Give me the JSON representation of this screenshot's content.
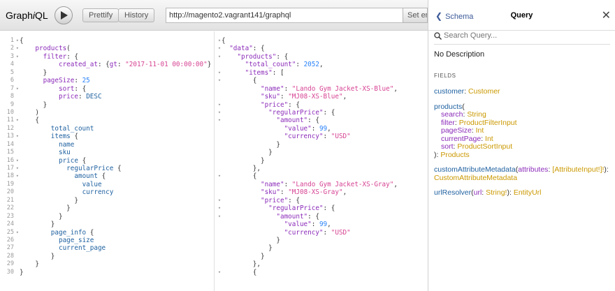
{
  "toolbar": {
    "logo_main": "Graph",
    "logo_italic": "i",
    "logo_end": "QL",
    "prettify_label": "Prettify",
    "history_label": "History",
    "url_value": "http://magento2.vagrant141/graphql",
    "set_endpoint_label": "Set endpoint"
  },
  "query_editor": {
    "line_numbers": [
      "1",
      "2",
      "3",
      "4",
      "5",
      "6",
      "7",
      "8",
      "9",
      "10",
      "11",
      "12",
      "13",
      "14",
      "15",
      "16",
      "17",
      "18",
      "19",
      "20",
      "21",
      "22",
      "23",
      "24",
      "25",
      "26",
      "27",
      "28",
      "29",
      "30"
    ],
    "lines": [
      "{",
      "    products(",
      "      filter: {",
      "          created_at: {gt: \"2017-11-01 00:00:00\"}",
      "      }",
      "      pageSize: 25",
      "          sort: {",
      "          price: DESC",
      "      }",
      "    )",
      "    {",
      "        total_count",
      "        items {",
      "          name",
      "          sku",
      "          price {",
      "            regularPrice {",
      "              amount {",
      "                value",
      "                currency",
      "              }",
      "            }",
      "          }",
      "        }",
      "        page_info {",
      "          page_size",
      "          current_page",
      "        }",
      "    }",
      "}"
    ]
  },
  "result_viewer": {
    "lines": [
      "{",
      "  \"data\": {",
      "    \"products\": {",
      "      \"total_count\": 2052,",
      "      \"items\": [",
      "        {",
      "          \"name\": \"Lando Gym Jacket-XS-Blue\",",
      "          \"sku\": \"MJ08-XS-Blue\",",
      "          \"price\": {",
      "            \"regularPrice\": {",
      "              \"amount\": {",
      "                \"value\": 99,",
      "                \"currency\": \"USD\"",
      "              }",
      "            }",
      "          }",
      "        },",
      "        {",
      "          \"name\": \"Lando Gym Jacket-XS-Gray\",",
      "          \"sku\": \"MJ08-XS-Gray\",",
      "          \"price\": {",
      "            \"regularPrice\": {",
      "              \"amount\": {",
      "                \"value\": 99,",
      "                \"currency\": \"USD\"",
      "              }",
      "            }",
      "          }",
      "        },",
      "        {"
    ]
  },
  "docs": {
    "back_label": "Schema",
    "title": "Query",
    "search_placeholder": "Search Query...",
    "description": "No Description",
    "fields_label": "FIELDS",
    "fields": [
      {
        "name": "customer",
        "args": [],
        "type": "Customer",
        "inline": true
      },
      {
        "name": "products",
        "args": [
          {
            "name": "search",
            "type": "String"
          },
          {
            "name": "filter",
            "type": "ProductFilterInput"
          },
          {
            "name": "pageSize",
            "type": "Int"
          },
          {
            "name": "currentPage",
            "type": "Int"
          },
          {
            "name": "sort",
            "type": "ProductSortInput"
          }
        ],
        "type": "Products",
        "inline": false
      },
      {
        "name": "customAttributeMetadata",
        "args": [
          {
            "name": "attributes",
            "type": "[AttributeInput!]!"
          }
        ],
        "type": "CustomAttributeMetadata",
        "inline": true
      },
      {
        "name": "urlResolver",
        "args": [
          {
            "name": "url",
            "type": "String!"
          }
        ],
        "type": "EntityUrl",
        "inline": true
      }
    ]
  },
  "colors": {
    "keyword": "#1f61a0",
    "argument": "#8b2bb9",
    "string": "#d64292",
    "number": "#2882f9",
    "type": "#ca9800"
  }
}
